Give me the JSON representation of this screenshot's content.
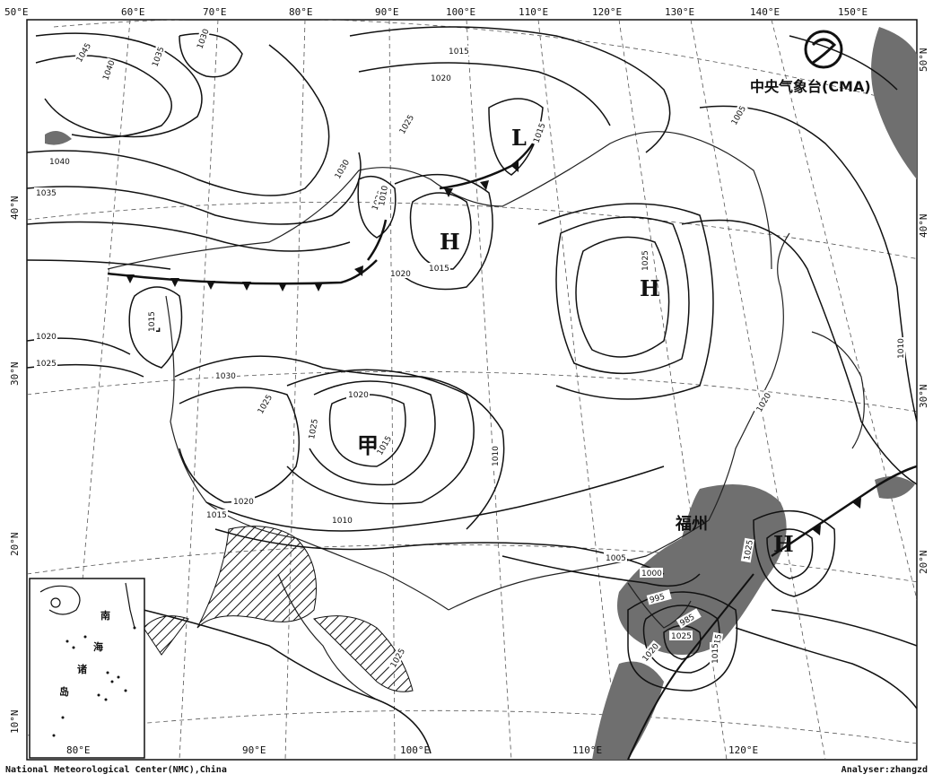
{
  "colors": {
    "ink": "#111111",
    "shade": "#6f6f6f",
    "paper": "#ffffff"
  },
  "ticks": {
    "top": [
      "50°E",
      "60°E",
      "70°E",
      "80°E",
      "90°E",
      "100°E",
      "110°E",
      "120°E",
      "130°E",
      "140°E",
      "150°E"
    ],
    "bottom": [
      "80°E",
      "90°E",
      "100°E",
      "110°E",
      "120°E"
    ],
    "left": [
      "40°N",
      "30°N",
      "20°N",
      "10°N"
    ],
    "right": [
      "50°N",
      "40°N",
      "30°N",
      "20°N"
    ]
  },
  "systems": {
    "high_1": "H",
    "high_2": "H",
    "high_3": "H",
    "low_1": "L",
    "low_2": "L",
    "jia": "甲"
  },
  "place": {
    "fuzhou": "福州"
  },
  "isobar_labels": [
    "1045",
    "1040",
    "1035",
    "1030",
    "1015",
    "1020",
    "1025",
    "1040",
    "1035",
    "1030",
    "1020",
    "1015",
    "1010",
    "1020",
    "1015",
    "1020",
    "1025",
    "1015",
    "1025",
    "1030",
    "1025",
    "1020",
    "1025",
    "1015",
    "1010",
    "1020",
    "1015",
    "1010",
    "1005",
    "1000",
    "995",
    "985",
    "1015",
    "1025",
    "1020",
    "1025",
    "1025",
    "1020",
    "1010",
    "1015",
    "1005"
  ],
  "logo": {
    "text": "中央气象台(CMA)"
  },
  "inset": {
    "chars": [
      "南",
      "海",
      "诸",
      "岛"
    ]
  },
  "footer": {
    "left": "National Meteorological Center(NMC),China",
    "right": "Analyser:zhangzd"
  }
}
